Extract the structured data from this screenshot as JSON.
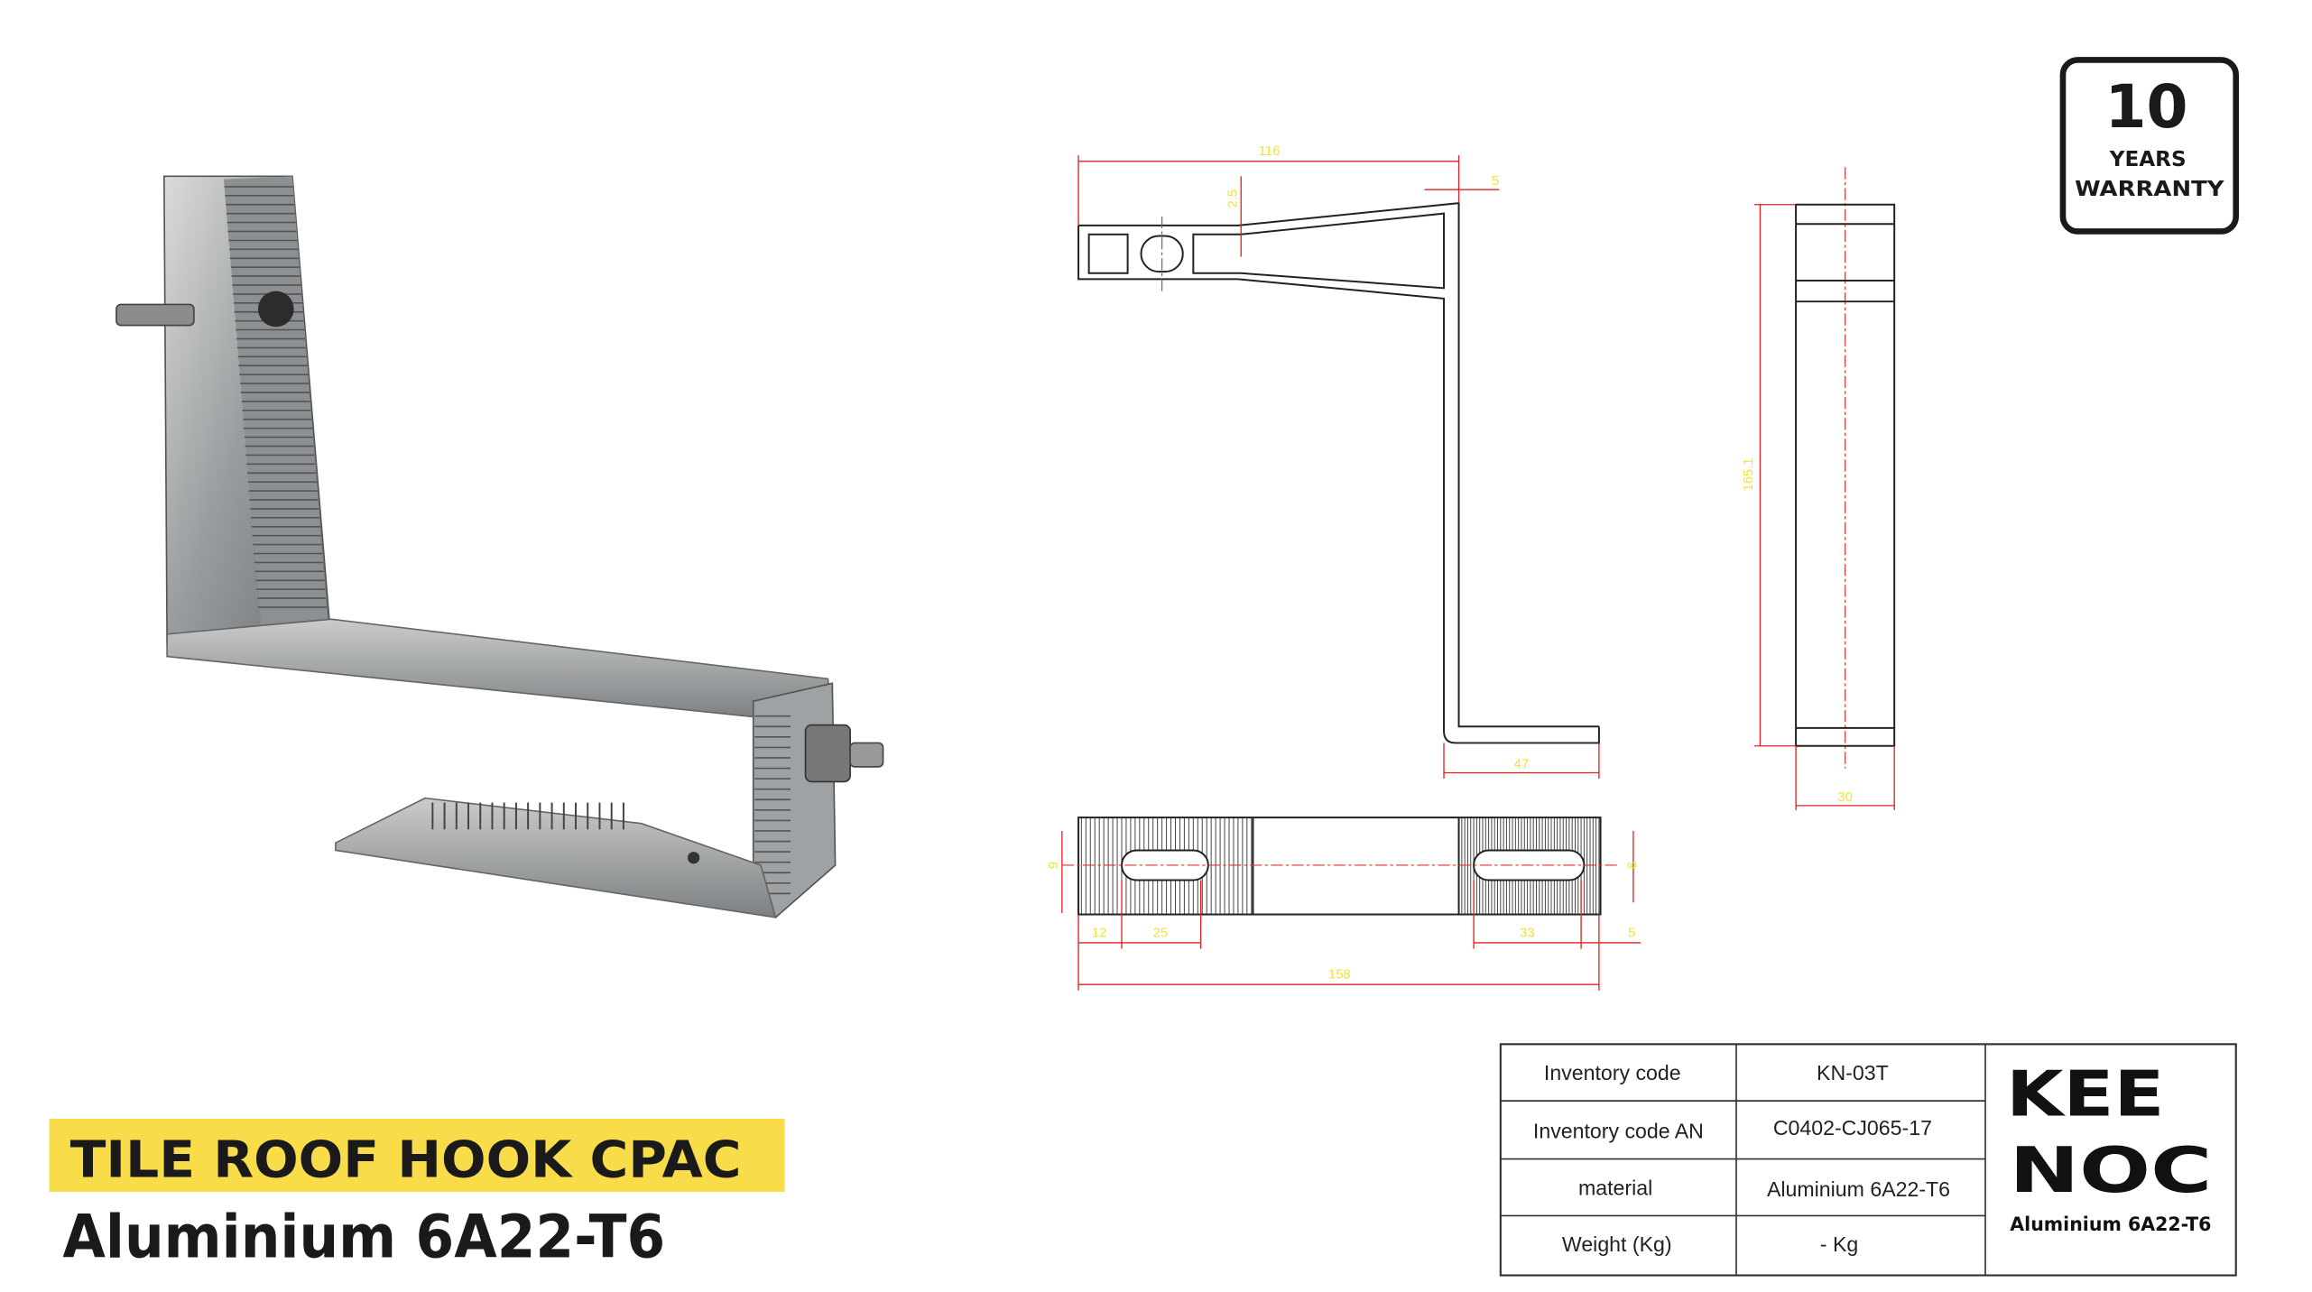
{
  "product": {
    "title": "TILE ROOF HOOK CPAC",
    "material": "Aluminium 6A22-T6",
    "highlight_color": "#f9dc4a"
  },
  "warranty_badge": {
    "number": "10",
    "line1": "YEARS",
    "line2": "WARRANTY"
  },
  "drawing": {
    "dimensions": {
      "length_top": "116",
      "thickness": "2.5",
      "wall": "5",
      "foot": "47",
      "height": "165.1",
      "width": "30",
      "slot_width_left": "9",
      "slot_width_right": "9",
      "edge_offset": "12",
      "slot_left": "25",
      "slot_right": "33",
      "end_offset": "5",
      "total_length": "158"
    },
    "line_color": "#222222",
    "dimension_color": "#e02020",
    "label_color": "#f2e23a"
  },
  "spec_table": {
    "rows": [
      {
        "label": "Inventory code",
        "value": "KN-03T"
      },
      {
        "label": "Inventory code AN",
        "value": "C0402-CJ065-17"
      },
      {
        "label": "material",
        "value": "Aluminium 6A22-T6"
      },
      {
        "label": "Weight (Kg)",
        "value": "- Kg"
      }
    ],
    "logo": {
      "line1": "KEE",
      "line2": "NOC",
      "caption": "Aluminium 6A22-T6"
    }
  }
}
